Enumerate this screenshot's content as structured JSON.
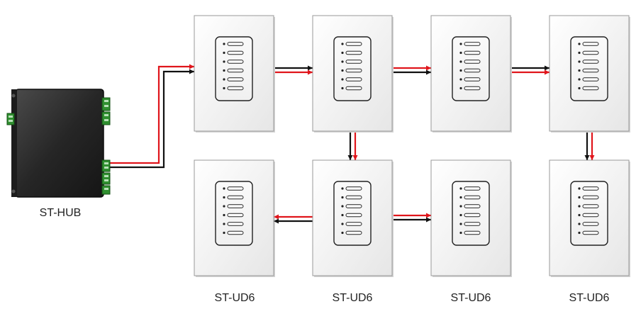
{
  "hub": {
    "label": "ST-HUB"
  },
  "dimmers": [
    {
      "id": "d1"
    },
    {
      "id": "d2"
    },
    {
      "id": "d3"
    },
    {
      "id": "d4"
    },
    {
      "id": "d5"
    },
    {
      "id": "d6"
    },
    {
      "id": "d7"
    },
    {
      "id": "d8"
    }
  ],
  "device_label": "ST-UD6",
  "bottom_labels": [
    "ST-UD6",
    "ST-UD6",
    "ST-UD6",
    "ST-UD6"
  ],
  "colors": {
    "wire_red": "#e0151b",
    "wire_black": "#111111",
    "hub_body": "#2a2a2a",
    "connector_green": "#3a9a3a",
    "plate_fill": "#f2f2f2",
    "plate_stroke": "#999999"
  },
  "buttons_per_dimmer": 6
}
